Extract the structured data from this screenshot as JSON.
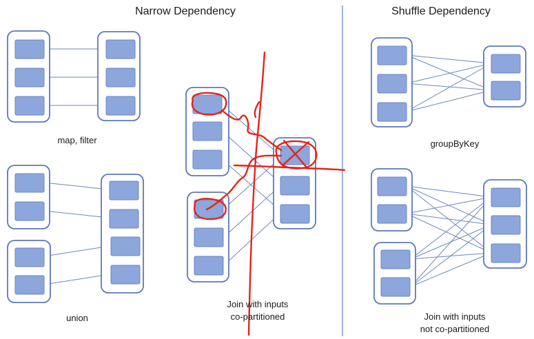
{
  "headings": {
    "narrow": "Narrow Dependency",
    "shuffle": "Shuffle Dependency"
  },
  "captions": {
    "map_filter": "map, filter",
    "union": "union",
    "join_copartitioned": "Join with inputs\nco-partitioned",
    "group_by_key": "groupByKey",
    "join_not_copartitioned": "Join with inputs\nnot co-partitioned"
  },
  "colors": {
    "partition_fill": "#8da6dc",
    "partition_stroke": "#6a86c4",
    "rdd_stroke": "#5b79b8",
    "arrow": "#6e86bd",
    "divider": "#7f9ccc",
    "annotation": "#e3241b"
  }
}
